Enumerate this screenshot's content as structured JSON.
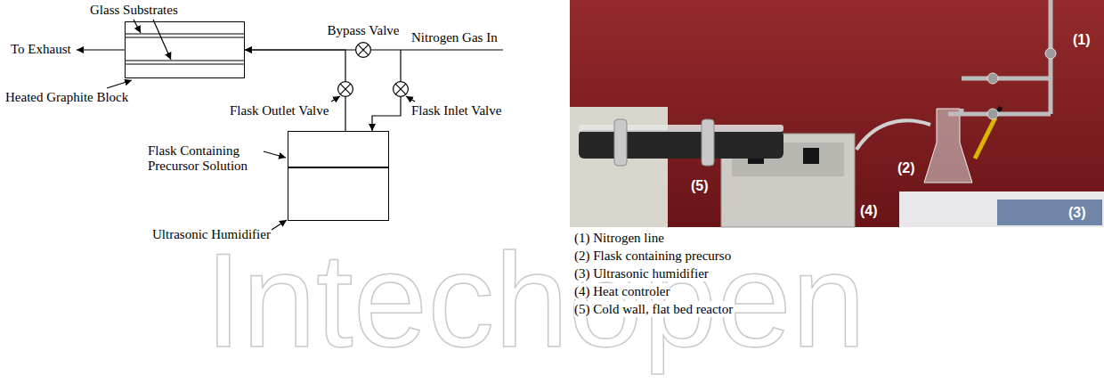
{
  "diagram": {
    "nodes": [
      {
        "text": [
          "Glass Substrates",
          "Heated Graphite Block"
        ]
      },
      {
        "text": [
          "Bypass Valve"
        ]
      },
      {
        "text": [
          "Flask Outlet Valve"
        ]
      },
      {
        "text": [
          "Flask Inlet Valve"
        ]
      },
      {
        "text": [
          "Flask Containing Precursor Solution"
        ]
      },
      {
        "text": [
          "Ultrasonic Humidifier"
        ]
      }
    ],
    "edges": [
      {
        "from": 1,
        "to": 0,
        "arrow": "to"
      },
      {
        "from": 2,
        "to": 0,
        "arrow": "to"
      },
      {
        "from": 3,
        "to": 4,
        "arrow": "to"
      },
      {
        "from": 4,
        "to": 2,
        "arrow": "none"
      }
    ],
    "labels": [
      "To Exhaust",
      "Nitrogen Gas In",
      "(1)",
      "(2)",
      "(5)",
      "(4)",
      "(3)",
      "(1) Nitrogen line",
      "(2) Flask containing precurso",
      "(3) Ultrasonic humidifier",
      "(4) Heat controler",
      "(5) Cold wall, flat bed reactor",
      "Intechopen"
    ]
  }
}
